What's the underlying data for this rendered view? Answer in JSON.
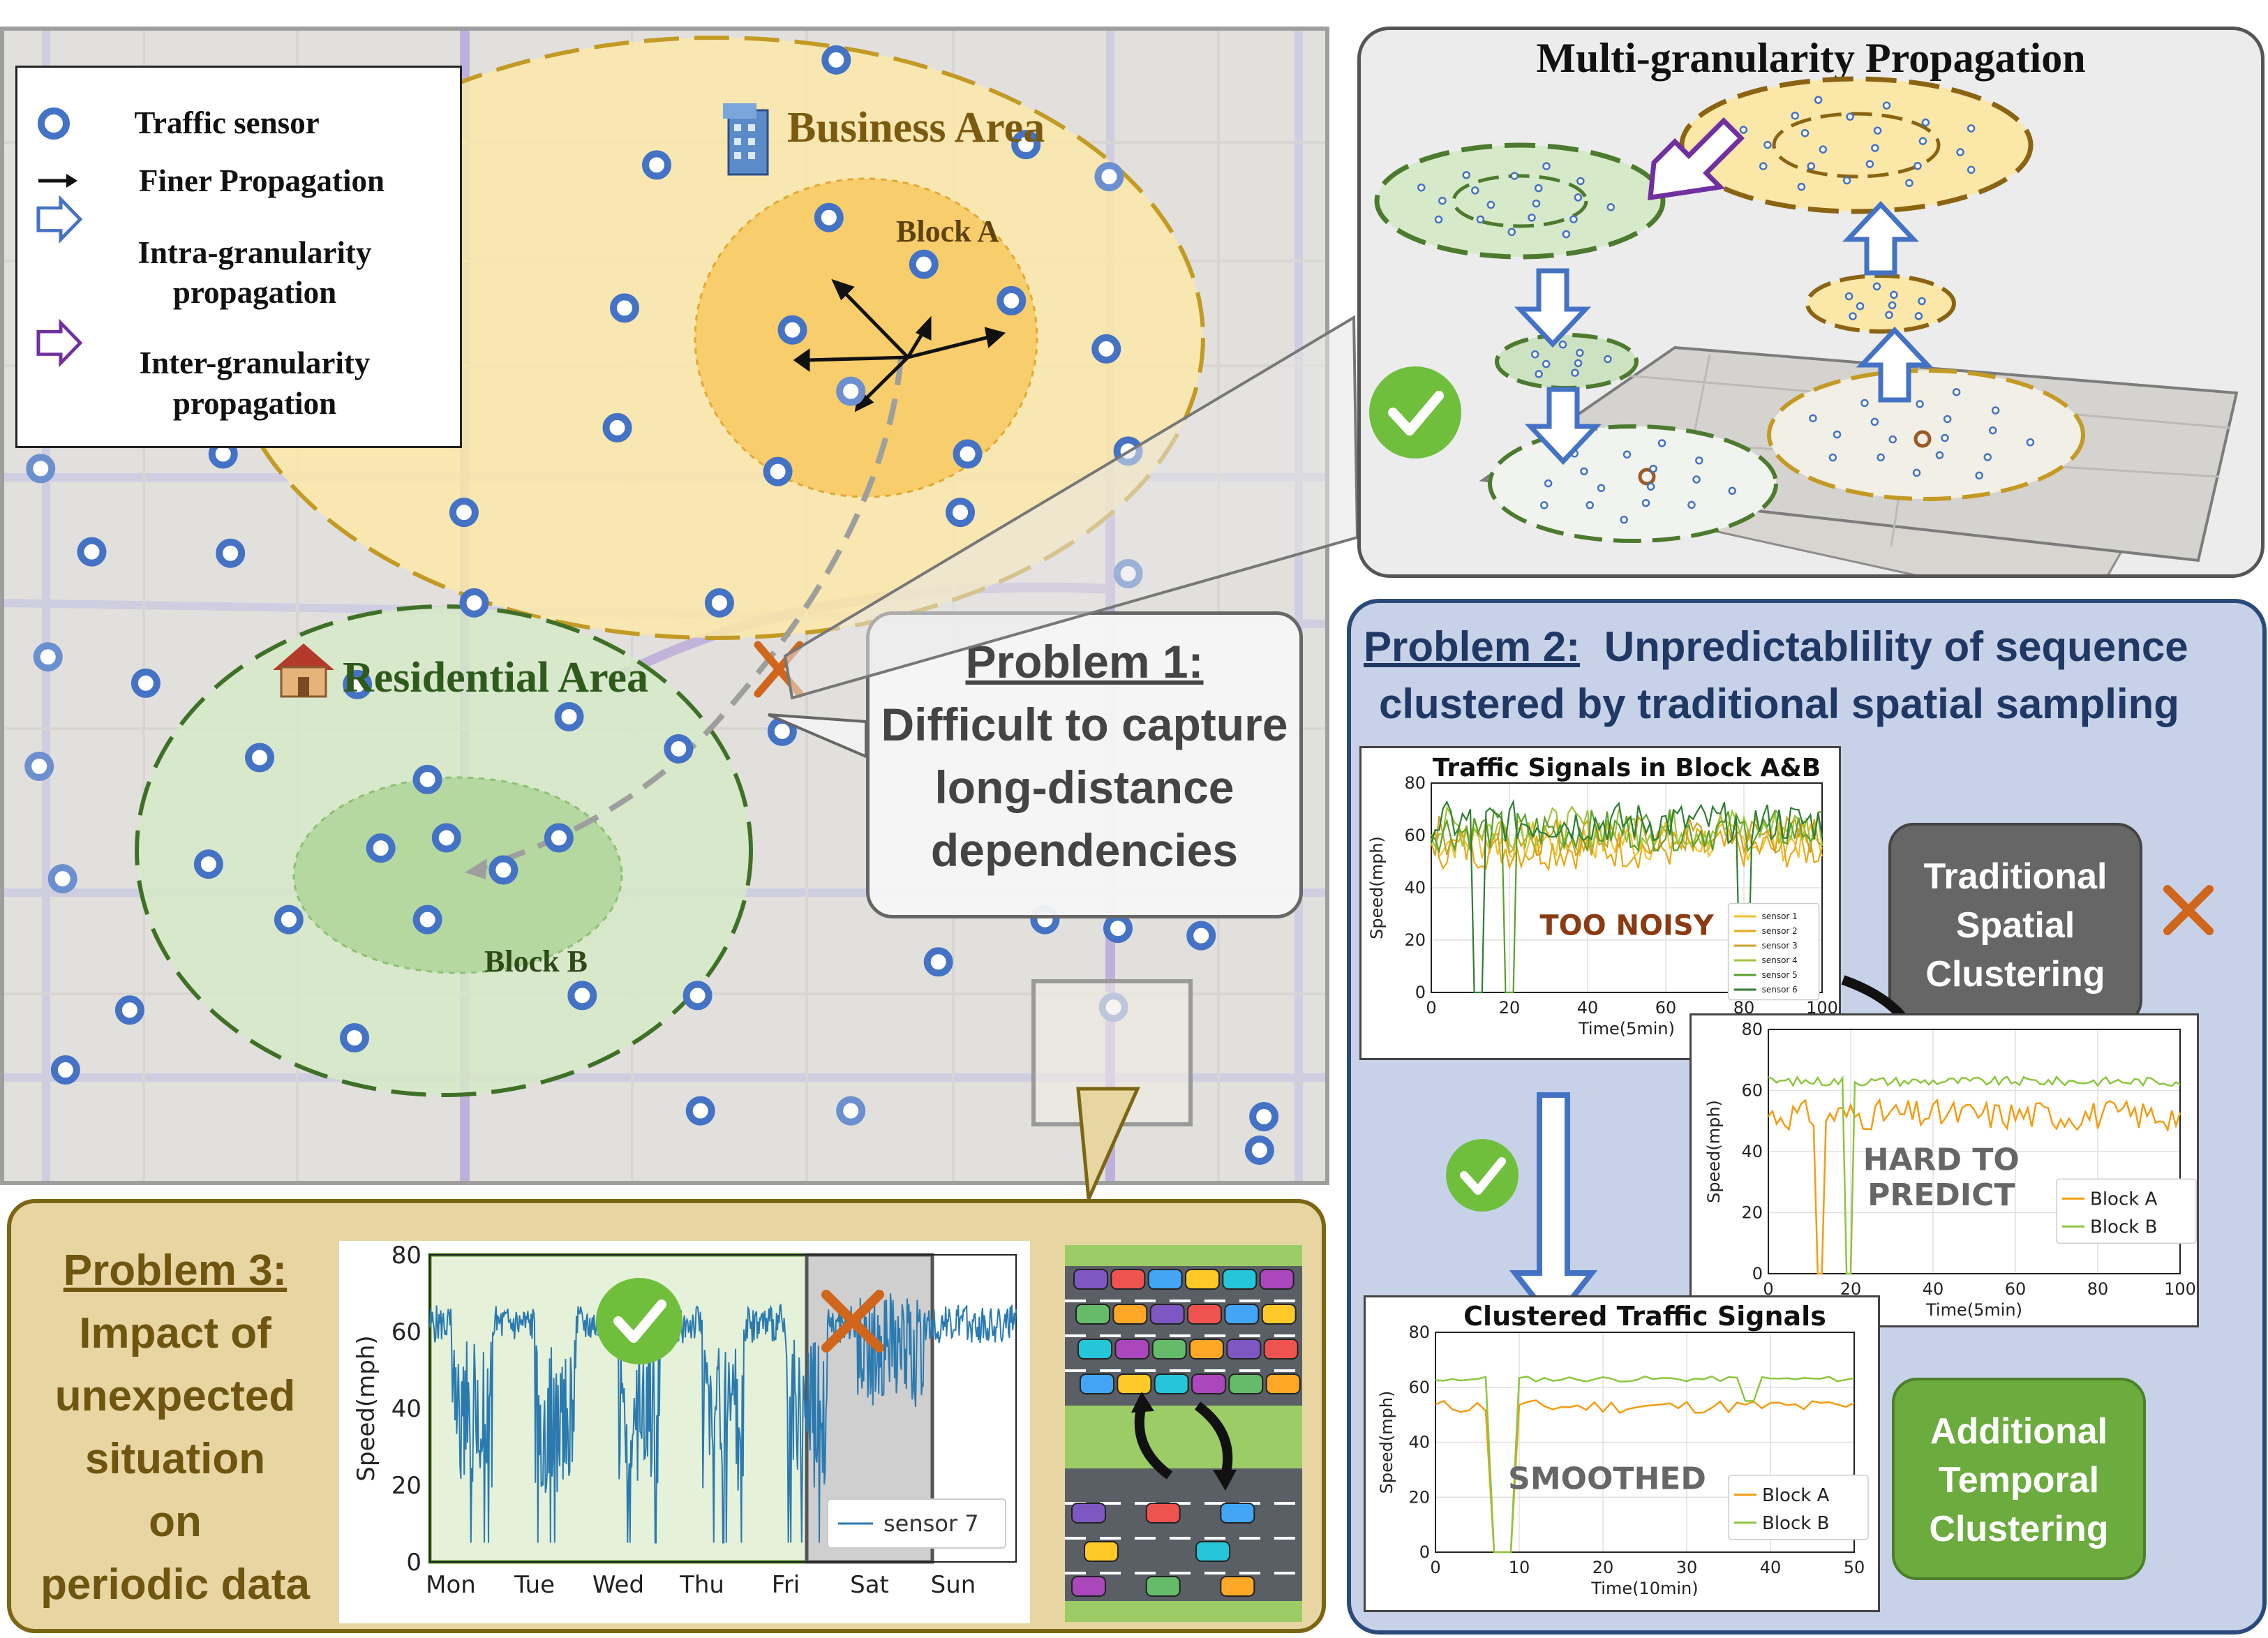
{
  "legend": {
    "sensor": "Traffic sensor",
    "finer": "Finer Propagation",
    "intra": [
      "Intra-granularity",
      "propagation"
    ],
    "inter": [
      "Inter-granularity",
      "propagation"
    ]
  },
  "map": {
    "business_area": "Business Area",
    "block_a": "Block A",
    "residential_area": "Residential Area",
    "block_b": "Block B"
  },
  "problem1": {
    "title": "Problem 1:",
    "lines": [
      "Difficult to capture",
      "long-distance",
      "dependencies"
    ]
  },
  "mgp": {
    "title": "Multi-granularity Propagation"
  },
  "problem2": {
    "title_prefix": "Problem 2:",
    "title_rest": "Unpredictablility of sequence",
    "title_line2": "clustered by traditional spatial sampling",
    "traditional": [
      "Traditional",
      "Spatial",
      "Clustering"
    ],
    "additional": [
      "Additional",
      "Temporal",
      "Clustering"
    ]
  },
  "problem3": {
    "lines": [
      "Problem 3:",
      "Impact of",
      "unexpected",
      "situation",
      "on",
      "periodic data"
    ]
  },
  "colors": {
    "sensor": "#4472c4",
    "business_fill": "#fbe7a8",
    "block_a_fill": "#f8cd6b",
    "residential_fill": "#d6e9c8",
    "block_b_fill": "#b4d8a0",
    "cross": "#d0651c",
    "check": "#6fbf3c",
    "p2_bg": "#c7d2e9",
    "p3_bg": "#e8d6a2",
    "gray_btn": "#666666",
    "green_btn": "#6cab3e"
  },
  "chart_data": [
    {
      "id": "traffic-ab",
      "type": "line",
      "title": "Traffic Signals in Block A&B",
      "xlabel": "Time(5min)",
      "ylabel": "Speed(mph)",
      "xlim": [
        0,
        100
      ],
      "ylim": [
        0,
        80
      ],
      "xticks": [
        0,
        20,
        40,
        60,
        80,
        100
      ],
      "yticks": [
        0,
        20,
        40,
        60,
        80
      ],
      "annotation": "TOO NOISY",
      "legend_position": "bottom-right",
      "series": [
        {
          "name": "sensor 1",
          "color": "#f2c12e",
          "base": 58,
          "dips": []
        },
        {
          "name": "sensor 2",
          "color": "#e6a817",
          "base": 55,
          "dips": []
        },
        {
          "name": "sensor 3",
          "color": "#c9a227",
          "base": 60,
          "dips": []
        },
        {
          "name": "sensor 4",
          "color": "#9fc43a",
          "base": 63,
          "dips": []
        },
        {
          "name": "sensor 5",
          "color": "#5aa02c",
          "base": 62,
          "dips": [
            [
              19,
              21
            ]
          ]
        },
        {
          "name": "sensor 6",
          "color": "#2e7d32",
          "base": 65,
          "dips": [
            [
              11,
              13
            ],
            [
              79,
              81
            ]
          ]
        }
      ]
    },
    {
      "id": "hard-predict",
      "type": "line",
      "xlabel": "Time(5min)",
      "ylabel": "Speed(mph)",
      "xlim": [
        0,
        100
      ],
      "ylim": [
        0,
        80
      ],
      "xticks": [
        0,
        20,
        40,
        60,
        80,
        100
      ],
      "yticks": [
        0,
        20,
        40,
        60,
        80
      ],
      "annotation": [
        "HARD TO",
        "PREDICT"
      ],
      "legend_position": "bottom-right",
      "series": [
        {
          "name": "Block A",
          "color": "#f39c12",
          "base": 52
        },
        {
          "name": "Block B",
          "color": "#8cc63f",
          "base": 63
        }
      ]
    },
    {
      "id": "clustered",
      "type": "line",
      "title": "Clustered Traffic Signals",
      "xlabel": "Time(10min)",
      "ylabel": "Speed(mph)",
      "xlim": [
        0,
        50
      ],
      "ylim": [
        0,
        80
      ],
      "xticks": [
        0,
        10,
        20,
        30,
        40,
        50
      ],
      "yticks": [
        0,
        20,
        40,
        60,
        80
      ],
      "annotation": "SMOOTHED",
      "legend_position": "bottom-right",
      "series": [
        {
          "name": "Block A",
          "color": "#f39c12",
          "base": 53
        },
        {
          "name": "Block B",
          "color": "#8cc63f",
          "base": 63
        }
      ]
    },
    {
      "id": "sensor7",
      "type": "line",
      "ylabel": "Speed(mph)",
      "ylim": [
        0,
        80
      ],
      "yticks": [
        0,
        20,
        40,
        60,
        80
      ],
      "categories": [
        "Mon",
        "Tue",
        "Wed",
        "Thu",
        "Fri",
        "Sat",
        "Sun"
      ],
      "legend_position": "bottom-right",
      "series": [
        {
          "name": "sensor 7",
          "color": "#2a7ab0"
        }
      ]
    }
  ]
}
